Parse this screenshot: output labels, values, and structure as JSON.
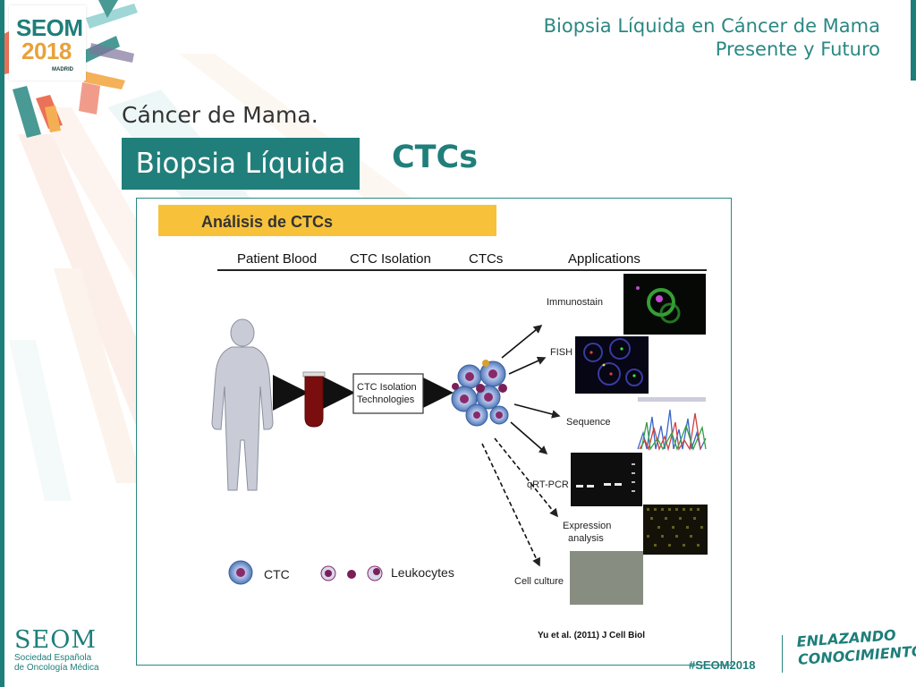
{
  "header": {
    "line1": "Biopsia Líquida en Cáncer de Mama",
    "line2": "Presente y Futuro"
  },
  "logo": {
    "name": "SEOM",
    "year": "2018",
    "city": "MADRID"
  },
  "slide": {
    "subtitle": "Cáncer de Mama.",
    "badge": "Biopsia Líquida",
    "heading": "CTCs"
  },
  "figure": {
    "banner": "Análisis de CTCs",
    "columns": [
      "Patient Blood",
      "CTC Isolation",
      "CTCs",
      "Applications"
    ],
    "isolation_box": [
      "CTC Isolation",
      "Technologies"
    ],
    "applications": {
      "immunostain": "Immunostain",
      "fish": "FISH",
      "sequence": "Sequence",
      "qrtpcr": "qRT-PCR",
      "expression_1": "Expression",
      "expression_2": "analysis",
      "cell_culture": "Cell culture"
    },
    "legend": {
      "ctc": "CTC",
      "leukocytes": "Leukocytes"
    },
    "citation": "Yu et al. (2011) J Cell Biol"
  },
  "footer": {
    "org_name": "SEOM",
    "org_line1": "Sociedad  Española",
    "org_line2": "de Oncología Médica",
    "hashtag": "#SEOM2018",
    "slogan_1": "ENLAZANDO",
    "slogan_2": "CONOCIMIENTO"
  },
  "colors": {
    "brand_teal": "#1e7e7a",
    "banner_yellow": "#f7c23a",
    "logo_orange": "#e8a23a"
  }
}
